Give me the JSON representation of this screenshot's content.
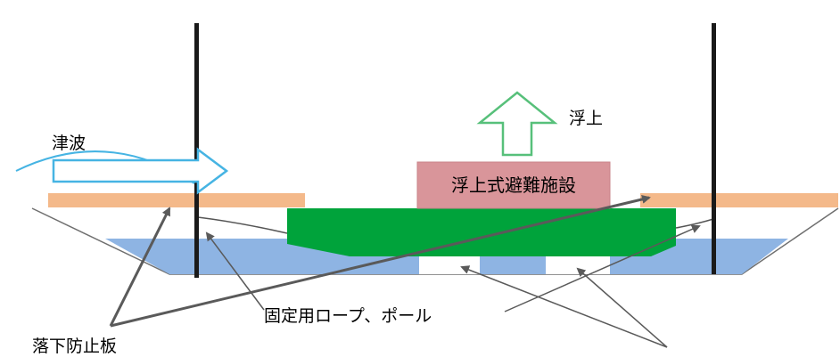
{
  "diagram": {
    "labels": {
      "tsunami": "津波",
      "float_up": "浮上",
      "facility": "浮上式避難施設",
      "rope_pole": "固定用ロープ、ポール",
      "fall_guard": "落下防止板"
    },
    "colors": {
      "water": "#8eb4e3",
      "platform": "#00a33b",
      "facility_box": "#d9959a",
      "fall_guard_board": "#f4b98a",
      "pole": "#1a1a1a",
      "tsunami_arrow": "#46b4e3",
      "float_arrow": "#57c07a",
      "pointer_arrow": "#5a5a5a"
    }
  }
}
